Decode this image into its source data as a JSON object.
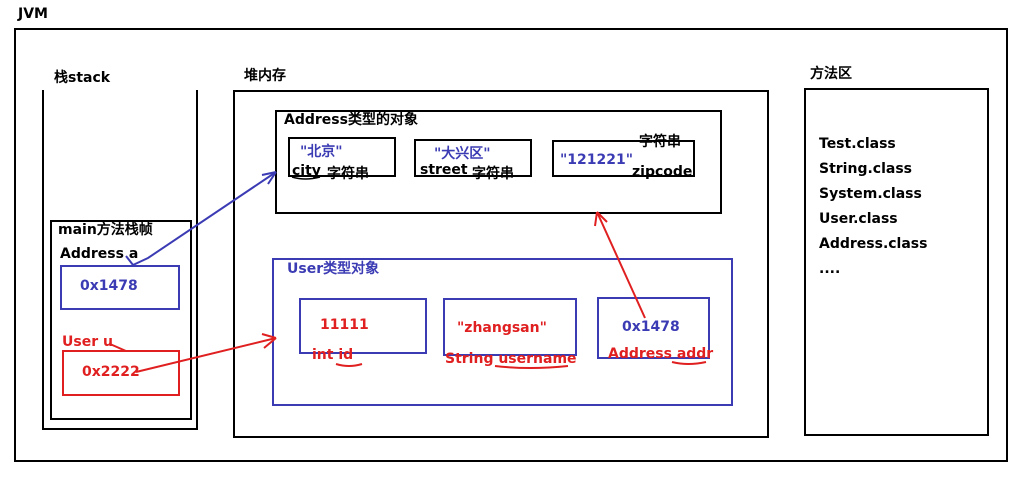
{
  "jvm": {
    "title": "JVM"
  },
  "stack": {
    "title": "栈stack",
    "frame_label": "main方法栈帧",
    "var_a_label": "Address a",
    "var_a_value": "0x1478",
    "var_u_label": "User u",
    "var_u_value": "0x2222"
  },
  "heap": {
    "title": "堆内存",
    "address_obj": {
      "title": "Address类型的对象",
      "city": {
        "value": "\"北京\"",
        "name": "city",
        "type": "字符串"
      },
      "street": {
        "value": "\"大兴区\"",
        "name": "street",
        "type": "字符串"
      },
      "zipcode": {
        "value": "\"121221\"",
        "name": "zipcode",
        "type": "字符串"
      }
    },
    "user_obj": {
      "title": "User类型对象",
      "id": {
        "value": "11111",
        "name": "int id"
      },
      "username": {
        "value": "\"zhangsan\"",
        "name": "String username"
      },
      "addr": {
        "value": "0x1478",
        "name": "Address addr"
      }
    }
  },
  "method_area": {
    "title": "方法区",
    "classes": [
      "Test.class",
      "String.class",
      "System.class",
      "User.class",
      "Address.class",
      "...."
    ]
  },
  "colors": {
    "blue": "#3b3bb4",
    "red": "#e02020",
    "black": "#000000"
  }
}
